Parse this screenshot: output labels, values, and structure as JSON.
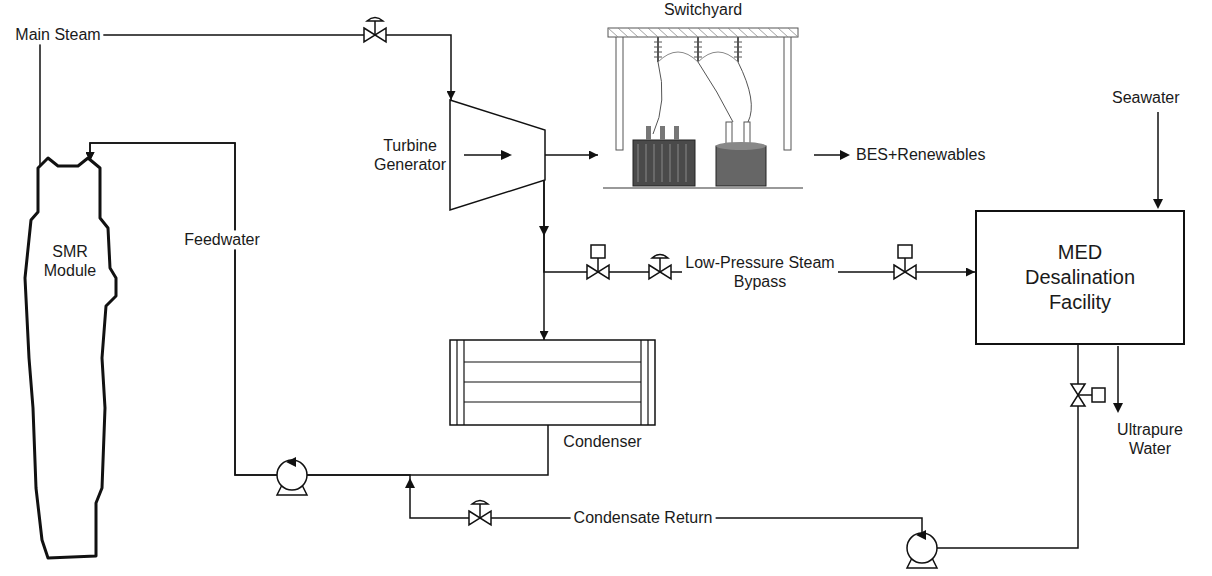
{
  "diagram": {
    "nodes": [
      {
        "text": [
          "SMR Module"
        ]
      },
      {
        "text": [
          "Turbine Generator"
        ]
      },
      {
        "text": [
          "Switchyard"
        ]
      },
      {
        "text": [
          "MED Desalination Facility"
        ]
      },
      {
        "text": [
          "Condenser"
        ]
      }
    ],
    "edges": [
      {
        "from": 0,
        "to": 1,
        "label": "Main Steam",
        "arrow": "to"
      },
      {
        "from": 1,
        "to": 2,
        "arrow": "to"
      },
      {
        "from": 1,
        "to": 4,
        "arrow": "to"
      },
      {
        "from": 1,
        "to": 3,
        "label": "Low-Pressure Steam Bypass",
        "arrow": "to"
      },
      {
        "from": 4,
        "to": 0,
        "label": "Feedwater",
        "arrow": "to"
      },
      {
        "from": 3,
        "to": 0,
        "label": "Condensate Return",
        "arrow": "to"
      }
    ],
    "labels": [
      "BES+Renewables",
      "Seawater",
      "Ultrapure Water"
    ]
  }
}
